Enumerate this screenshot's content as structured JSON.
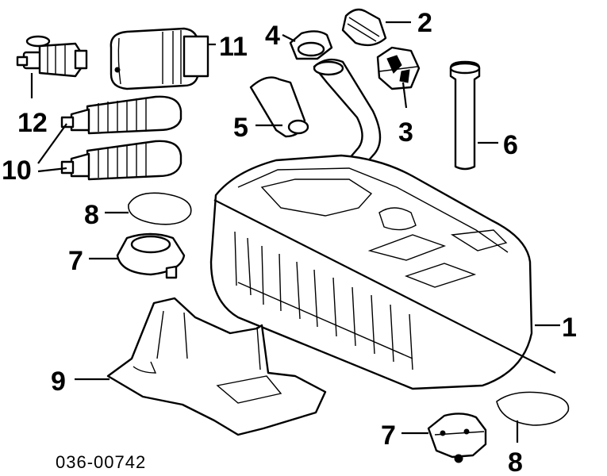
{
  "diagram": {
    "reference_number": "036-00742",
    "callouts": [
      {
        "id": "1",
        "text": "1"
      },
      {
        "id": "2",
        "text": "2"
      },
      {
        "id": "3",
        "text": "3"
      },
      {
        "id": "4",
        "text": "4"
      },
      {
        "id": "5",
        "text": "5"
      },
      {
        "id": "6",
        "text": "6"
      },
      {
        "id": "7a",
        "text": "7"
      },
      {
        "id": "7b",
        "text": "7"
      },
      {
        "id": "8a",
        "text": "8"
      },
      {
        "id": "8b",
        "text": "8"
      },
      {
        "id": "9",
        "text": "9"
      },
      {
        "id": "10",
        "text": "10"
      },
      {
        "id": "11",
        "text": "11"
      },
      {
        "id": "12",
        "text": "12"
      }
    ]
  }
}
